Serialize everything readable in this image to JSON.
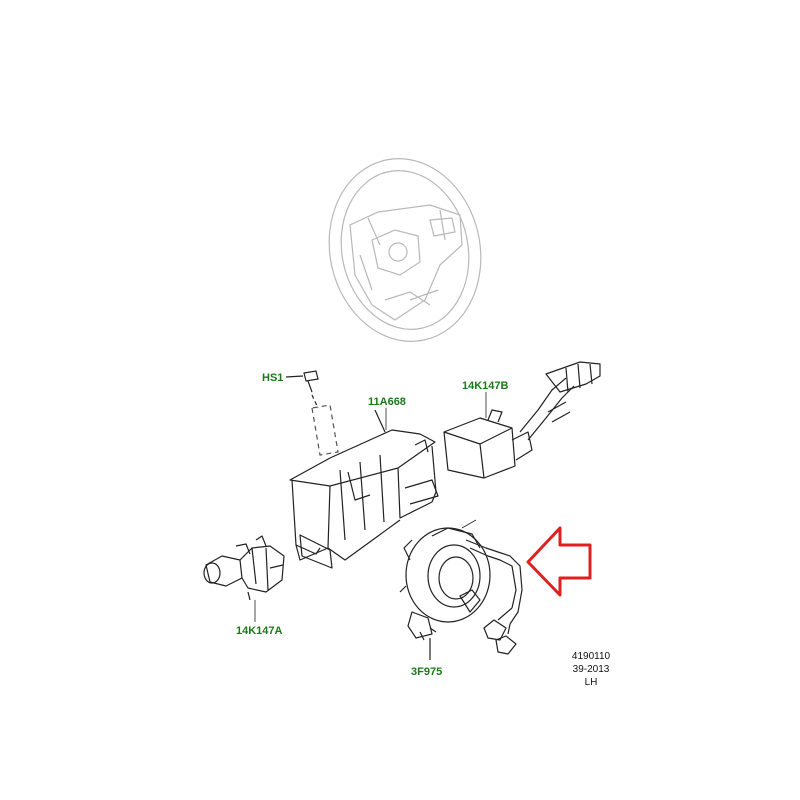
{
  "callouts": {
    "hs1": "HS1",
    "p11a668": "11A668",
    "p14k147b": "14K147B",
    "p14k147a": "14K147A",
    "p3f975": "3F975"
  },
  "meta": {
    "line1": "4190110",
    "line2": "39-2013",
    "line3": "LH"
  },
  "colors": {
    "callout": "#1a7a1a",
    "line_art": "#222222",
    "ghost": "#b8b8b8",
    "arrow": "#e02020"
  },
  "icons": {
    "arrow": "left-pointing-outline-arrow-icon"
  }
}
